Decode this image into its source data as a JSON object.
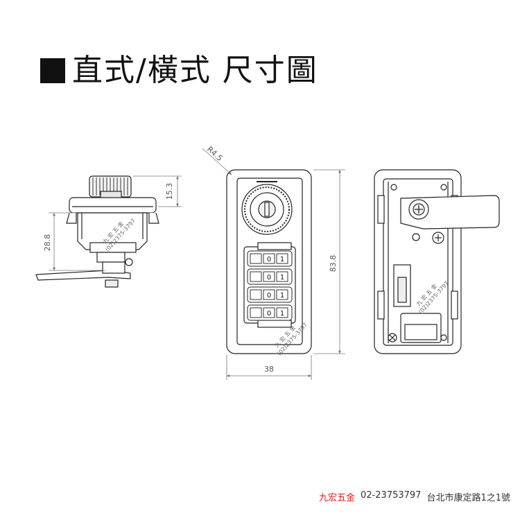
{
  "title": "直式/橫式 尺寸圖",
  "dimensions": {
    "side_top_height": "15.3",
    "side_body_height": "28.8",
    "front_radius": "R4.5",
    "front_height": "83.8",
    "front_width": "38"
  },
  "dials": [
    [
      "0",
      "1"
    ],
    [
      "0",
      "1"
    ],
    [
      "0",
      "1"
    ],
    [
      "0",
      "1"
    ]
  ],
  "watermark": {
    "name": "九 宏 五 金",
    "phone": "(02)2375-3797"
  },
  "footer": {
    "shop": "九宏五金",
    "phone": "02-23753797",
    "address": "台北市康定路1之1號"
  }
}
